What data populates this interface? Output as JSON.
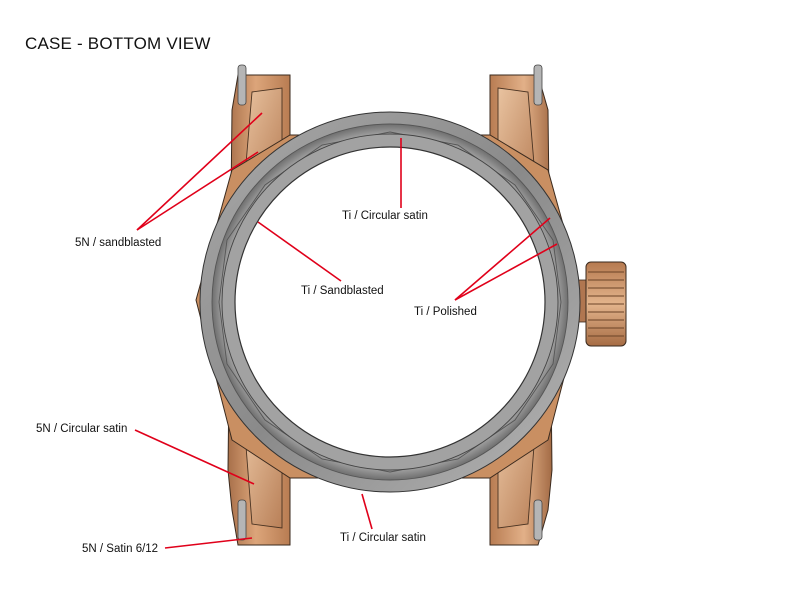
{
  "title": "CASE - BOTTOM VIEW",
  "labels": {
    "sandblasted_5n": "5N / sandblasted",
    "circular_satin_5n": "5N / Circular satin",
    "satin_612_5n": "5N / Satin 6/12",
    "ti_circular_satin_top": "Ti / Circular satin",
    "ti_sandblasted": "Ti / Sandblasted",
    "ti_polished": "Ti / Polished",
    "ti_circular_satin_bottom": "Ti / Circular satin"
  },
  "colors": {
    "leader_line": "#e0001a",
    "bronze": "#c98f62",
    "bronze_light": "#e6b892",
    "bronze_dark": "#9c6a45",
    "titanium": "#9a9a9a",
    "titanium_dark": "#6e6e6e",
    "titanium_light": "#c9c9c9"
  }
}
